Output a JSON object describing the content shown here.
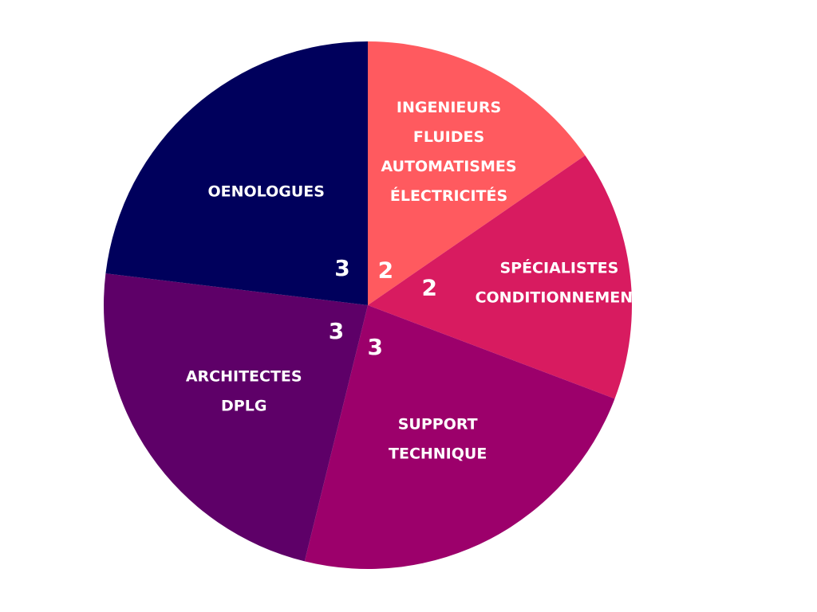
{
  "chart_data": {
    "type": "pie",
    "start_angle_deg": 0,
    "direction": "clockwise",
    "slices": [
      {
        "label_lines": [
          "INGENIEURS",
          "FLUIDES",
          "AUTOMATISMES",
          "ÉLECTRICITÉS"
        ],
        "value": 2,
        "value_text": "2",
        "color": "#ff5a5f"
      },
      {
        "label_lines": [
          "SPÉCIALISTES",
          "CONDITIONNEMENT"
        ],
        "value": 2,
        "value_text": "2",
        "color": "#d81b60"
      },
      {
        "label_lines": [
          "SUPPORT",
          "TECHNIQUE"
        ],
        "value": 3,
        "value_text": "3",
        "color": "#9c006b"
      },
      {
        "label_lines": [
          "ARCHITECTES",
          "DPLG"
        ],
        "value": 3,
        "value_text": "3",
        "color": "#5e0068"
      },
      {
        "label_lines": [
          "OENOLOGUES"
        ],
        "value": 3,
        "value_text": "3",
        "color": "#00005c"
      }
    ]
  }
}
